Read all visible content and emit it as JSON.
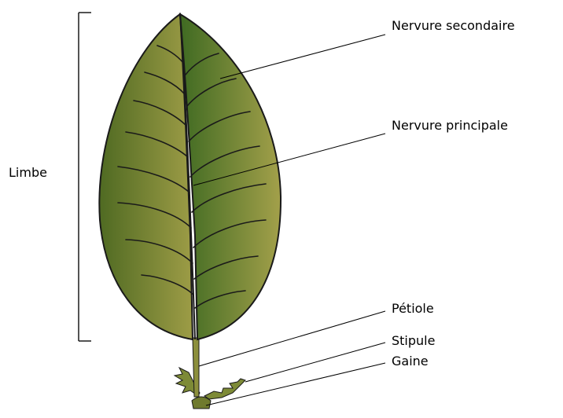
{
  "labels": {
    "nervure_secondaire": "Nervure secondaire",
    "nervure_principale": "Nervure principale",
    "limbe": "Limbe",
    "petiole": "Pétiole",
    "stipule": "Stipule",
    "gaine": "Gaine"
  },
  "colors": {
    "leaf_light": "#9b9b45",
    "leaf_dark": "#4e6e23",
    "outline": "#1a1a1a",
    "leader_line": "#000000"
  }
}
